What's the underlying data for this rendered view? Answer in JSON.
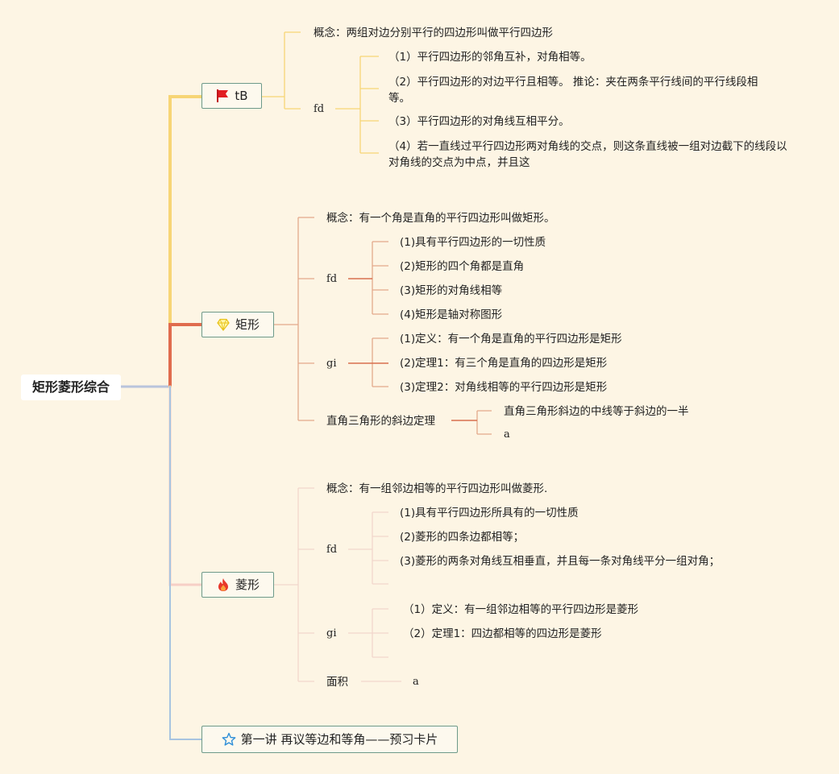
{
  "root": {
    "label": "矩形菱形综合"
  },
  "colors": {
    "background": "#fdf5e4",
    "branch1": "#f7d575",
    "branch2": "#e06c4e",
    "branch3": "#f6cfc6",
    "branch4": "#a8c4e0"
  },
  "icons": {
    "branch1": "red-flag-icon",
    "branch2": "diamond-icon",
    "branch3": "fire-icon",
    "branch4": "star-outline-icon"
  },
  "branch1": {
    "label": "tB",
    "concept": "概念：两组对边分别平行的四边形叫做平行四边形",
    "fd": {
      "label": "fd",
      "items": [
        "（1）平行四边形的邻角互补，对角相等。",
        "（2）平行四边形的对边平行且相等。 推论：夹在两条平行线间的平行线段相等。",
        "（3）平行四边形的对角线互相平分。",
        "（4）若一直线过平行四边形两对角线的交点，则这条直线被一组对边截下的线段以对角线的交点为中点，并且这"
      ]
    }
  },
  "branch2": {
    "label": "矩形",
    "concept": "概念：有一个角是直角的平行四边形叫做矩形。",
    "fd": {
      "label": "fd",
      "items": [
        "(1)具有平行四边形的一切性质",
        "(2)矩形的四个角都是直角",
        "(3)矩形的对角线相等",
        "(4)矩形是轴对称图形"
      ]
    },
    "gi": {
      "label": "gi",
      "items": [
        "(1)定义：有一个角是直角的平行四边形是矩形",
        "(2)定理1：有三个角是直角的四边形是矩形",
        "(3)定理2：对角线相等的平行四边形是矩形"
      ]
    },
    "hyp": {
      "label": "直角三角形的斜边定理",
      "items": [
        "直角三角形斜边的中线等于斜边的一半",
        "a"
      ]
    }
  },
  "branch3": {
    "label": "菱形",
    "concept": "概念：有一组邻边相等的平行四边形叫做菱形.",
    "fd": {
      "label": "fd",
      "items": [
        "(1)具有平行四边形所具有的一切性质",
        "(2)菱形的四条边都相等；",
        "(3)菱形的两条对角线互相垂直，并且每一条对角线平分一组对角；",
        ""
      ]
    },
    "gi": {
      "label": "gi",
      "items": [
        "（1）定义：有一组邻边相等的平行四边形是菱形",
        "（2）定理1：四边都相等的四边形是菱形",
        ""
      ]
    },
    "area": {
      "label": "面积",
      "value": "a"
    }
  },
  "branch4": {
    "label": "第一讲 再议等边和等角——预习卡片"
  }
}
